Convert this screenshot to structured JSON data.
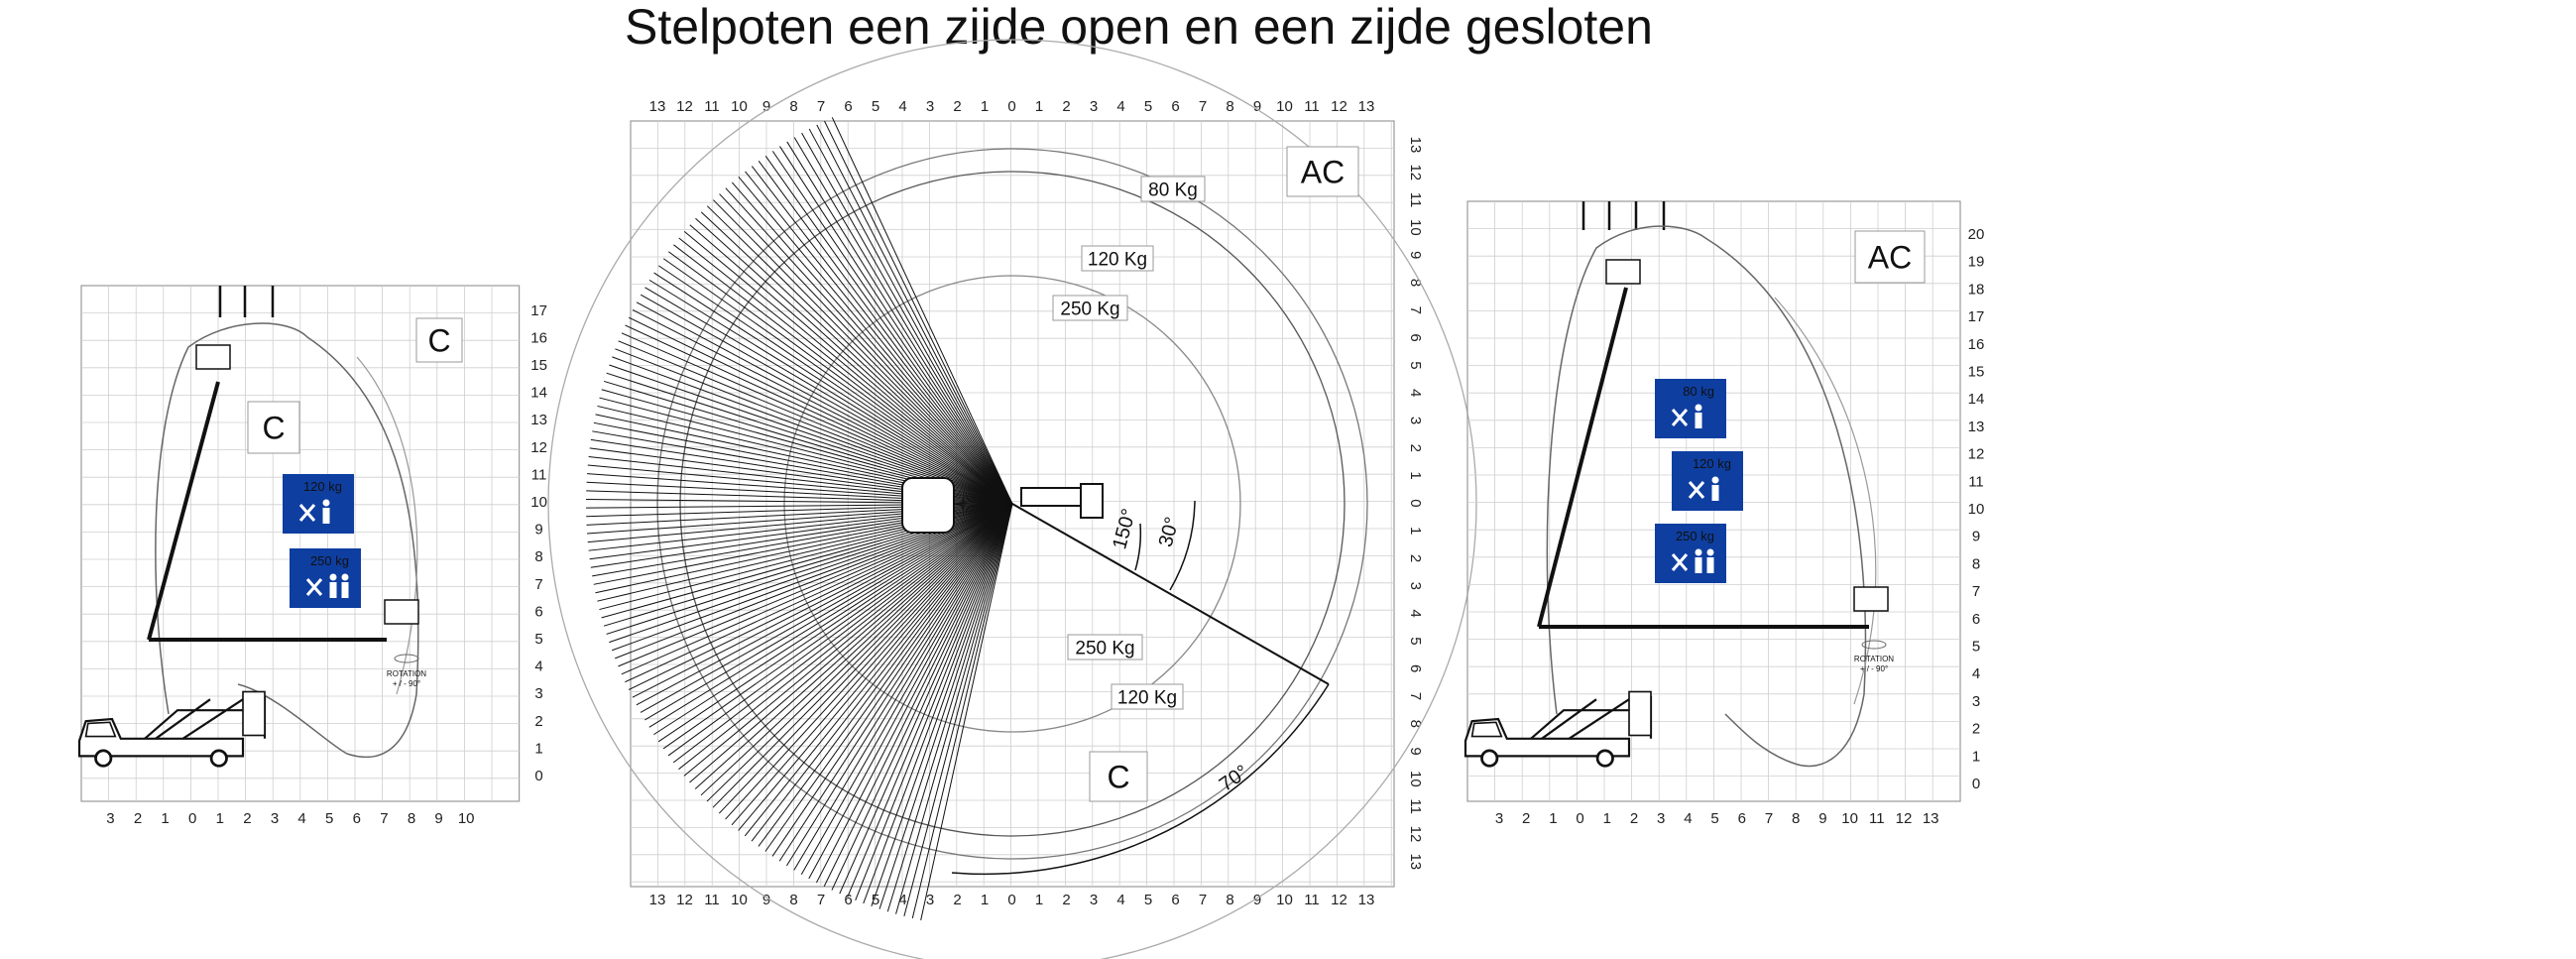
{
  "title": "Stelpoten een zijde open en een zijde gesloten",
  "left_panel": {
    "zone_label_corner": "C",
    "zone_label_inner": "C",
    "x_ticks": [
      "3",
      "2",
      "1",
      "0",
      "1",
      "2",
      "3",
      "4",
      "5",
      "6",
      "7",
      "8",
      "9",
      "10"
    ],
    "y_ticks": [
      "0",
      "1",
      "2",
      "3",
      "4",
      "5",
      "6",
      "7",
      "8",
      "9",
      "10",
      "11",
      "12",
      "13",
      "14",
      "15",
      "16",
      "17"
    ],
    "load_signs": [
      {
        "load": "120 kg",
        "icon": "one-person-with-tools-icon"
      },
      {
        "load": "250 kg",
        "icon": "two-persons-with-tools-icon"
      }
    ],
    "rotation_label": "ROTATION",
    "rotation_value": "+ / - 90°"
  },
  "center_panel": {
    "zone_label_ac": "AC",
    "zone_label_c": "C",
    "x_ticks": [
      "13",
      "12",
      "11",
      "10",
      "9",
      "8",
      "7",
      "6",
      "5",
      "4",
      "3",
      "2",
      "1",
      "0",
      "1",
      "2",
      "3",
      "4",
      "5",
      "6",
      "7",
      "8",
      "9",
      "10",
      "11",
      "12",
      "13"
    ],
    "y_ticks": [
      "13",
      "12",
      "11",
      "10",
      "9",
      "8",
      "7",
      "6",
      "5",
      "4",
      "3",
      "2",
      "1",
      "0",
      "1",
      "2",
      "3",
      "4",
      "5",
      "6",
      "7",
      "8",
      "9",
      "10",
      "11",
      "12",
      "13"
    ],
    "load_labels_upper": [
      "80 Kg",
      "120 Kg",
      "250 Kg"
    ],
    "load_labels_lower": [
      "250 Kg",
      "120 Kg"
    ],
    "angles": [
      "150°",
      "30°",
      "70°"
    ]
  },
  "right_panel": {
    "zone_label": "AC",
    "x_ticks": [
      "3",
      "2",
      "1",
      "0",
      "1",
      "2",
      "3",
      "4",
      "5",
      "6",
      "7",
      "8",
      "9",
      "10",
      "11",
      "12",
      "13"
    ],
    "y_ticks": [
      "0",
      "1",
      "2",
      "3",
      "4",
      "5",
      "6",
      "7",
      "8",
      "9",
      "10",
      "11",
      "12",
      "13",
      "14",
      "15",
      "16",
      "17",
      "18",
      "19",
      "20"
    ],
    "load_signs": [
      {
        "load": "80 kg",
        "icon": "one-person-with-tools-icon"
      },
      {
        "load": "120 kg",
        "icon": "one-person-with-tools-icon"
      },
      {
        "load": "250 kg",
        "icon": "two-persons-with-tools-icon"
      }
    ],
    "rotation_label": "ROTATION",
    "rotation_value": "+ / - 90°"
  },
  "colors": {
    "sign_blue": "#0e3ea0",
    "grid": "#cfcfcf",
    "ink": "#111111"
  }
}
